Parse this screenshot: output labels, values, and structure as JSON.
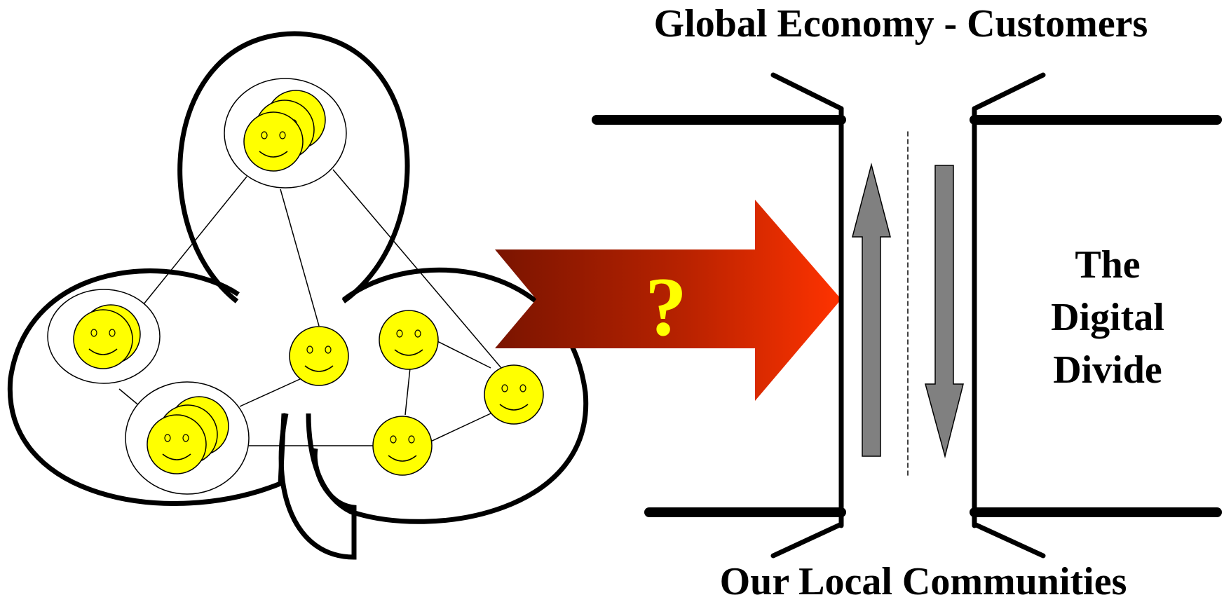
{
  "labels": {
    "top_title": "Global Economy - Customers",
    "bottom_title": "Our Local Communities",
    "divide_line_1": "The",
    "divide_line_2": "Digital",
    "divide_line_3": "Divide",
    "question_mark": "?"
  },
  "colors": {
    "ink": "#000000",
    "smiley_fill": "#ffff00",
    "flow_arrow": "#808080",
    "big_arrow_start": "#7a1400",
    "big_arrow_end": "#ff3300",
    "question_mark": "#ffff00"
  },
  "icons": {
    "person": "smiley-face-icon",
    "group": "person-group-icon"
  }
}
